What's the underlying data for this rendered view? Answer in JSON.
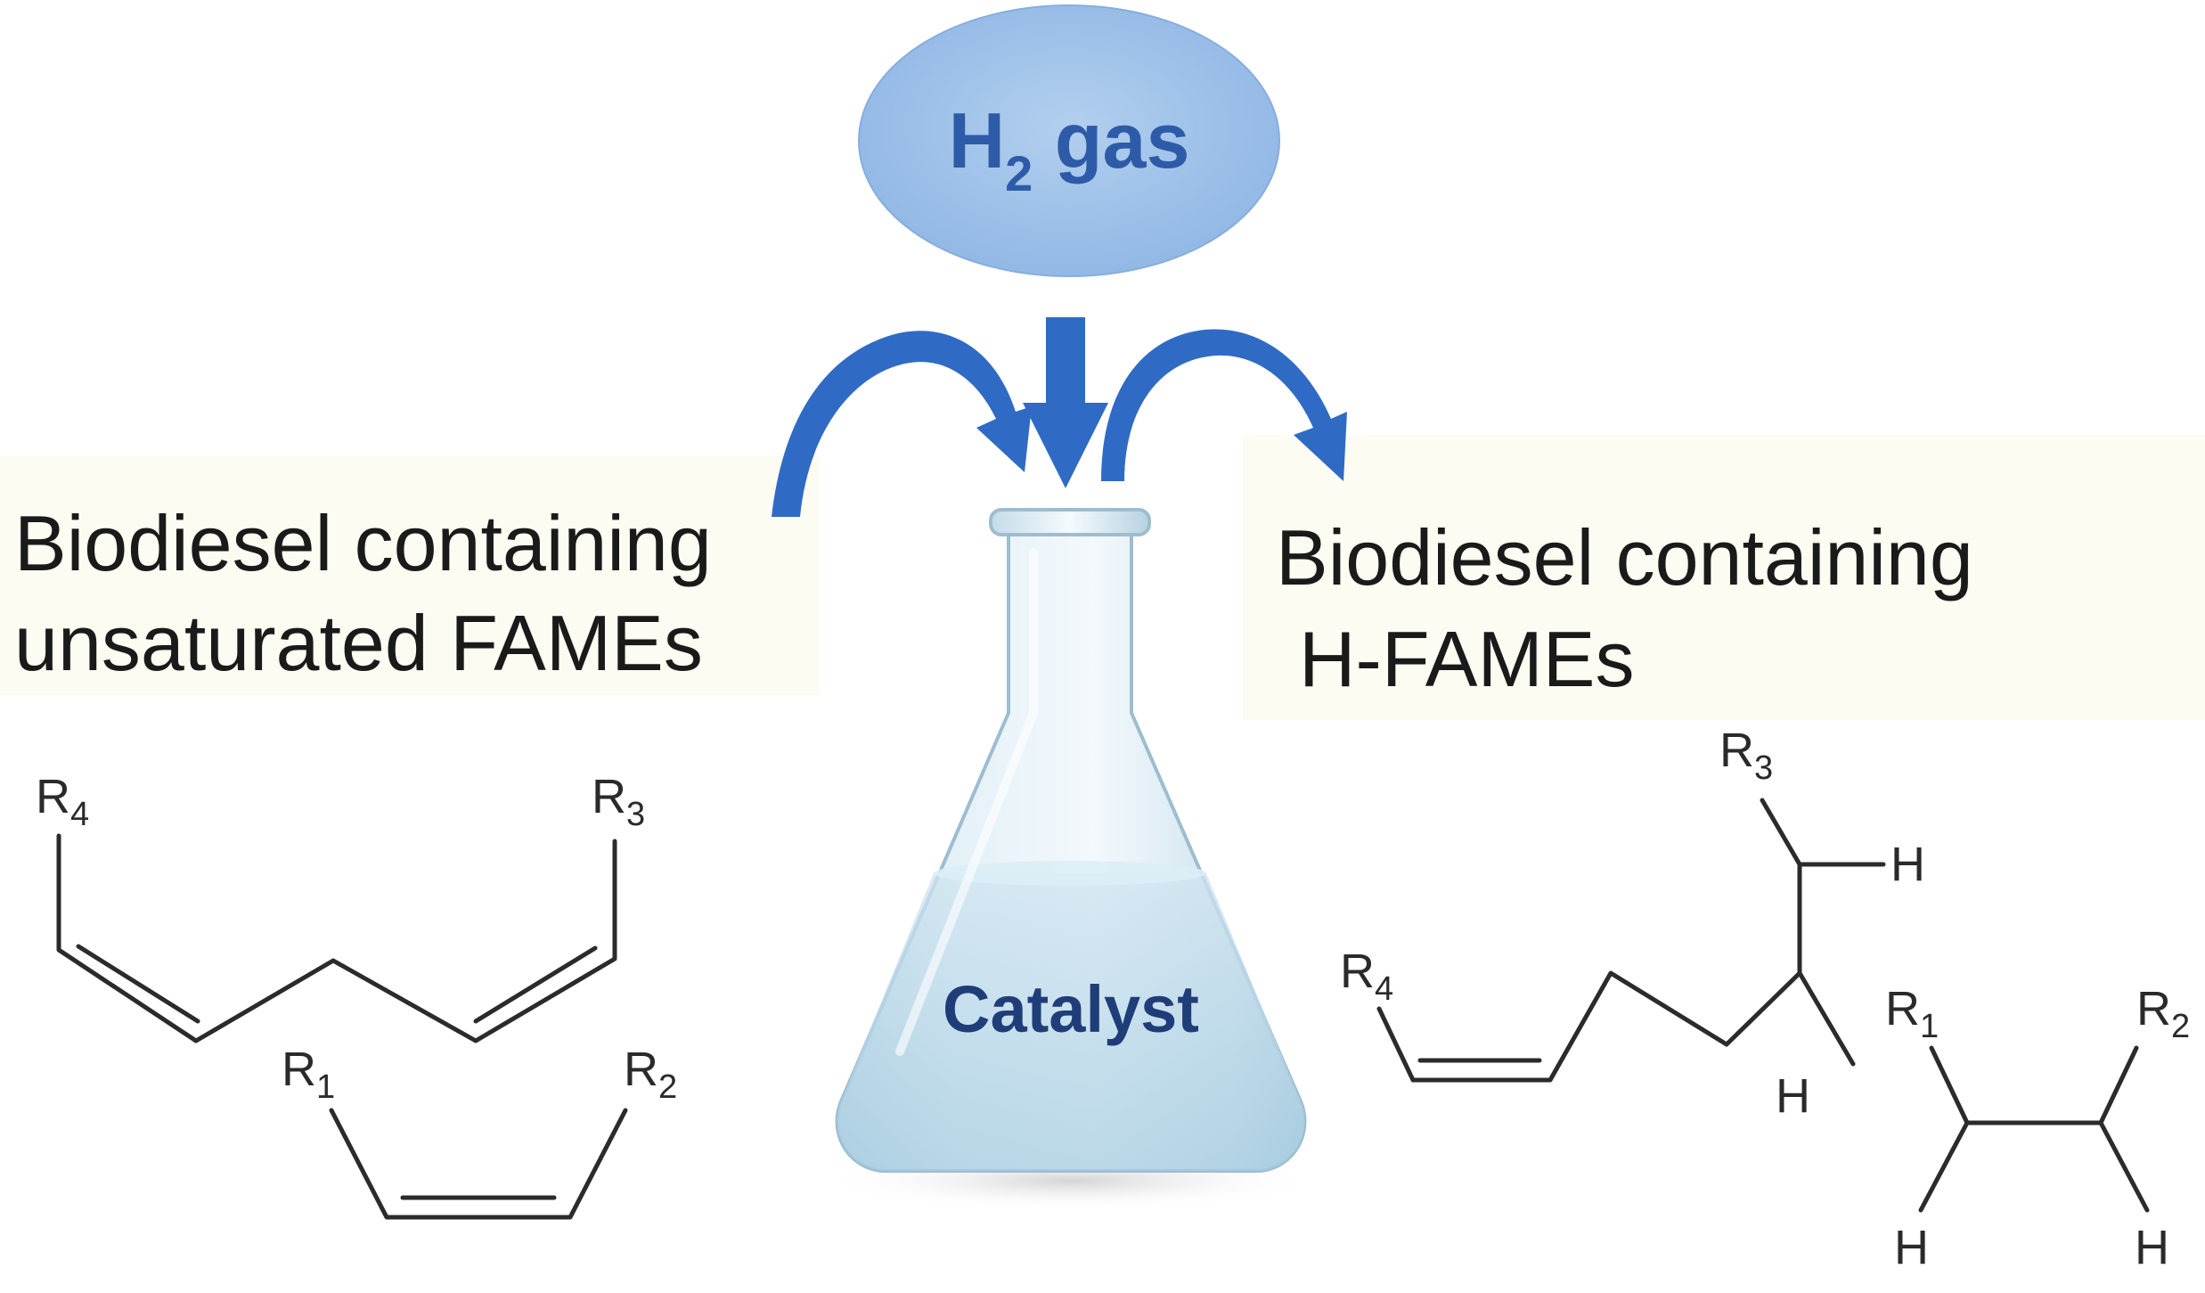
{
  "h2_gas": {
    "main": "H",
    "subscript": "2",
    "suffix": " gas"
  },
  "catalyst_label": "Catalyst",
  "left_box": {
    "line1": "Biodiesel containing",
    "line2": "unsaturated FAMEs"
  },
  "right_box": {
    "line1": "Biodiesel containing",
    "line2": "H-FAMEs"
  },
  "left_structure": {
    "r4": {
      "letter": "R",
      "sub": "4"
    },
    "r3": {
      "letter": "R",
      "sub": "3"
    },
    "r1": {
      "letter": "R",
      "sub": "1"
    },
    "r2": {
      "letter": "R",
      "sub": "2"
    }
  },
  "right_structure": {
    "r3": {
      "letter": "R",
      "sub": "3"
    },
    "r4": {
      "letter": "R",
      "sub": "4"
    },
    "r1": {
      "letter": "R",
      "sub": "1"
    },
    "r2": {
      "letter": "R",
      "sub": "2"
    },
    "h_right": "H",
    "h_mid": "H",
    "h_left_bottom": "H",
    "h_right_bottom": "H"
  },
  "colors": {
    "arrow_blue": "#2f6bc4",
    "ellipse_fill": "#9ec1ea",
    "ellipse_text": "#2e5ba8",
    "catalyst_text": "#1f3d78",
    "box_fill": "#fdfcf2"
  }
}
